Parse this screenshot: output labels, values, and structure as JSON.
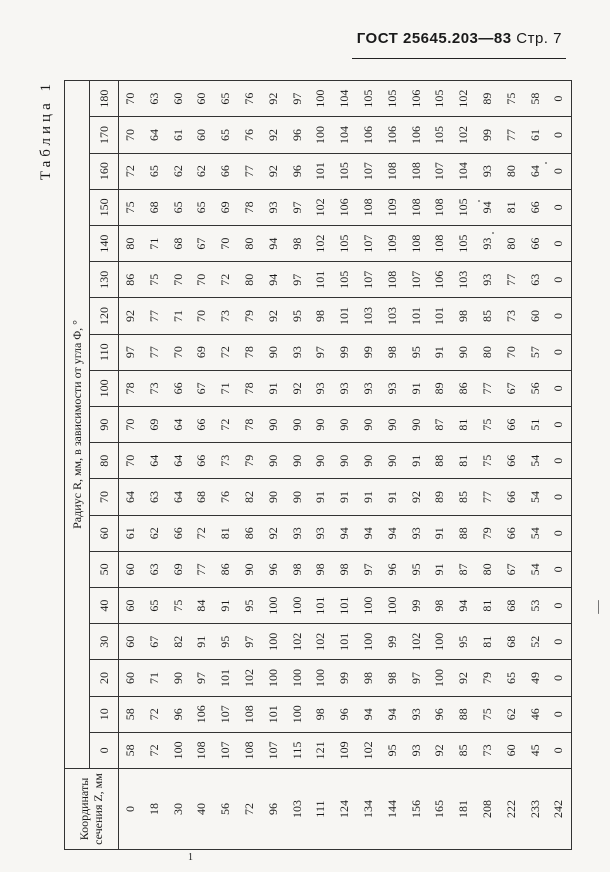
{
  "header": {
    "gost": "ГОСТ 25645.203—83",
    "page": "Стр. 7"
  },
  "table": {
    "caption": "Таблица 1",
    "z_header": "Координаты сечения Z, мм",
    "radius_header": "Радиус R, мм, в зависимости от угла Φ, °",
    "angles": [
      "0",
      "10",
      "20",
      "30",
      "40",
      "50",
      "60",
      "70",
      "80",
      "90",
      "100",
      "110",
      "120",
      "130",
      "140",
      "150",
      "160",
      "170",
      "180"
    ],
    "z_values": [
      "0",
      "18",
      "30",
      "40",
      "56",
      "72",
      "96",
      "103",
      "111",
      "124",
      "134",
      "144",
      "156",
      "165",
      "181",
      "208",
      "222",
      "233",
      "242"
    ],
    "columns": [
      [
        "58",
        "72",
        "100",
        "108",
        "107",
        "108",
        "107",
        "115",
        "121",
        "109",
        "102",
        "95",
        "93",
        "92",
        "85",
        "73",
        "60",
        "45",
        "0"
      ],
      [
        "58",
        "72",
        "96",
        "106",
        "107",
        "108",
        "101",
        "100",
        "98",
        "96",
        "94",
        "94",
        "93",
        "96",
        "88",
        "75",
        "62",
        "46",
        "0"
      ],
      [
        "60",
        "71",
        "90",
        "97",
        "101",
        "102",
        "100",
        "100",
        "100",
        "99",
        "98",
        "98",
        "97",
        "100",
        "92",
        "79",
        "65",
        "49",
        "0"
      ],
      [
        "60",
        "67",
        "82",
        "91",
        "95",
        "97",
        "100",
        "102",
        "102",
        "101",
        "100",
        "99",
        "102",
        "100",
        "95",
        "81",
        "68",
        "52",
        "0"
      ],
      [
        "60",
        "65",
        "75",
        "84",
        "91",
        "95",
        "100",
        "100",
        "101",
        "101",
        "100",
        "100",
        "99",
        "98",
        "94",
        "81",
        "68",
        "53",
        "0"
      ],
      [
        "60",
        "63",
        "69",
        "77",
        "86",
        "90",
        "96",
        "98",
        "98",
        "98",
        "97",
        "96",
        "95",
        "91",
        "87",
        "80",
        "67",
        "54",
        "0"
      ],
      [
        "61",
        "62",
        "66",
        "72",
        "81",
        "86",
        "92",
        "93",
        "93",
        "94",
        "94",
        "94",
        "93",
        "91",
        "88",
        "79",
        "66",
        "54",
        "0"
      ],
      [
        "64",
        "63",
        "64",
        "68",
        "76",
        "82",
        "90",
        "90",
        "91",
        "91",
        "91",
        "91",
        "92",
        "89",
        "85",
        "77",
        "66",
        "54",
        "0"
      ],
      [
        "70",
        "64",
        "64",
        "66",
        "73",
        "79",
        "90",
        "90",
        "90",
        "90",
        "90",
        "90",
        "91",
        "88",
        "81",
        "75",
        "66",
        "54",
        "0"
      ],
      [
        "70",
        "69",
        "64",
        "66",
        "72",
        "78",
        "90",
        "90",
        "90",
        "90",
        "90",
        "90",
        "90",
        "87",
        "81",
        "75",
        "66",
        "51",
        "0"
      ],
      [
        "78",
        "73",
        "66",
        "67",
        "71",
        "78",
        "91",
        "92",
        "93",
        "93",
        "93",
        "93",
        "91",
        "89",
        "86",
        "77",
        "67",
        "56",
        "0"
      ],
      [
        "97",
        "77",
        "70",
        "69",
        "72",
        "78",
        "90",
        "93",
        "97",
        "99",
        "99",
        "98",
        "95",
        "91",
        "90",
        "80",
        "70",
        "57",
        "0"
      ],
      [
        "92",
        "77",
        "71",
        "70",
        "73",
        "79",
        "92",
        "95",
        "98",
        "101",
        "103",
        "103",
        "101",
        "101",
        "98",
        "85",
        "73",
        "60",
        "0"
      ],
      [
        "86",
        "75",
        "70",
        "70",
        "72",
        "80",
        "94",
        "97",
        "101",
        "105",
        "107",
        "108",
        "107",
        "106",
        "103",
        "93",
        "77",
        "63",
        "0"
      ],
      [
        "80",
        "71",
        "68",
        "67",
        "70",
        "80",
        "94",
        "98",
        "102",
        "105",
        "107",
        "109",
        "108",
        "108",
        "105",
        "93",
        "80",
        "66",
        "0"
      ],
      [
        "75",
        "68",
        "65",
        "65",
        "69",
        "78",
        "93",
        "97",
        "102",
        "106",
        "108",
        "109",
        "108",
        "108",
        "105",
        "94",
        "81",
        "66",
        "0"
      ],
      [
        "72",
        "65",
        "62",
        "62",
        "66",
        "77",
        "92",
        "96",
        "101",
        "105",
        "107",
        "108",
        "108",
        "107",
        "104",
        "93",
        "80",
        "64",
        "0"
      ],
      [
        "70",
        "64",
        "61",
        "60",
        "65",
        "76",
        "92",
        "96",
        "100",
        "104",
        "106",
        "106",
        "106",
        "105",
        "102",
        "99",
        "77",
        "61",
        "0"
      ],
      [
        "70",
        "63",
        "60",
        "60",
        "65",
        "76",
        "92",
        "97",
        "100",
        "104",
        "105",
        "105",
        "106",
        "105",
        "102",
        "89",
        "75",
        "58",
        "0"
      ]
    ]
  },
  "footnote_mark": "1"
}
